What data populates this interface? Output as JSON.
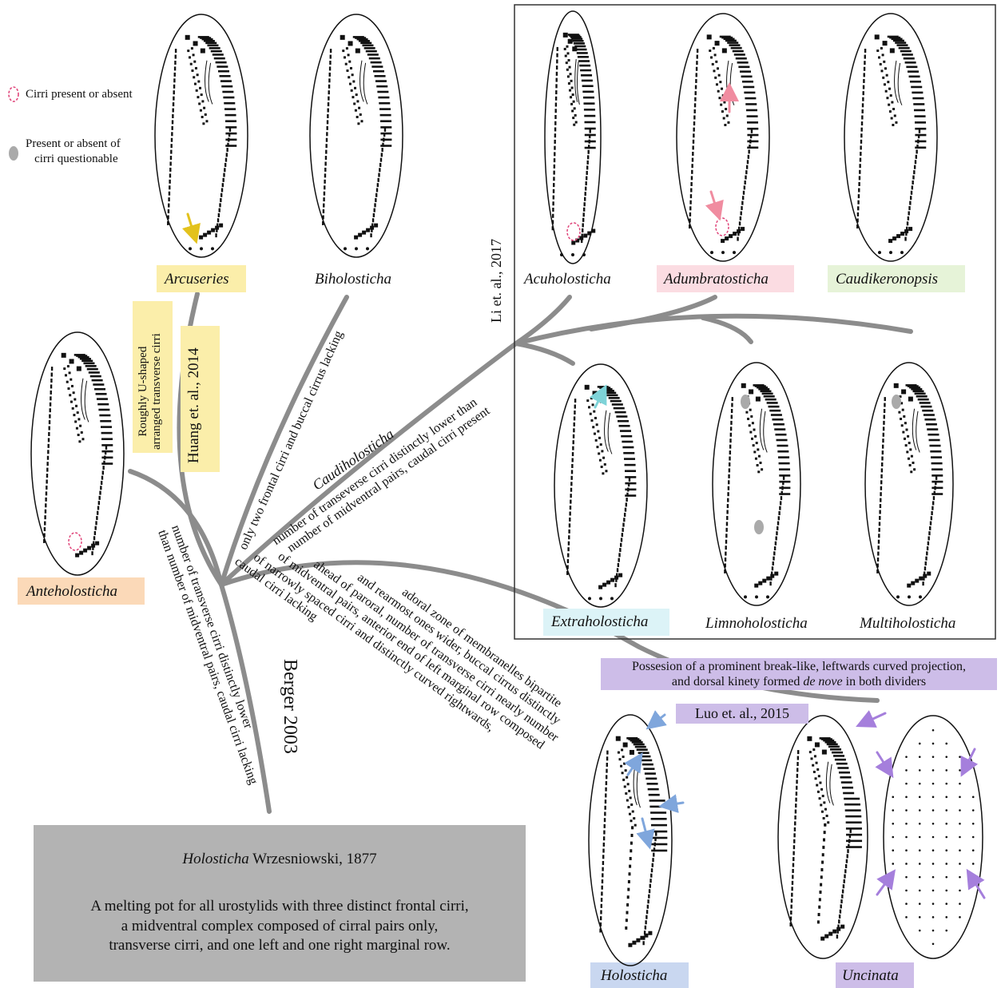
{
  "legend": {
    "cirri_present_or_absent": "Cirri present or absent",
    "questionable_line1": "Present or absent of",
    "questionable_line2": "cirri questionable",
    "colors": {
      "dashed_pink": "#e0457a",
      "gray_blob": "#aaaaaa"
    }
  },
  "genera": {
    "arcuseries": "Arcuseries",
    "biholosticha": "Biholosticha",
    "anteholosticha": "Anteholosticha",
    "acuholosticha": "Acuholosticha",
    "adumbratosticha": "Adumbratosticha",
    "caudikeronopsis": "Caudikeronopsis",
    "extraholosticha": "Extraholosticha",
    "limnoholosticha": "Limnoholosticha",
    "multiholosticha": "Multiholosticha",
    "holosticha": "Holosticha",
    "uncinata": "Uncinata",
    "caudiholosticha": "Caudiholosticha"
  },
  "highlight_colors": {
    "yellow": "#fbeeaa",
    "orange": "#fbd9b8",
    "pink": "#fbdce2",
    "green": "#e6f3d8",
    "cyan": "#dcf3f7",
    "blue": "#c9d7f0",
    "purple": "#cdbde8"
  },
  "citations": {
    "huang": "Huang et. al., 2014",
    "li": "Li et. al., 2017",
    "luo": "Luo et. al., 2015",
    "berger": "Berger 2003"
  },
  "characters": {
    "arcuseries_line1": "Roughly U-shaped",
    "arcuseries_line2": "arranged transverse cirri",
    "biholosticha": "only two frontal cirri and buccal cirrus lacking",
    "caudi_line1": "number of transeverse cirri distinctly lower than",
    "caudi_line2": "number of midventral pairs, caudal cirri present",
    "anteholosticha_line1": "number of transverse cirri distinctly lower",
    "anteholosticha_line2": "than number of midventral pairs, caudal cirri lacking",
    "holosticha_line1": "adoral zone of membranelles bipartite",
    "holosticha_line2": "and rearmost ones wider, buccal cirrus distinctly",
    "holosticha_line3": "ahead of paroral, number of transverse cirri nearly number",
    "holosticha_line4": "of midventral pairs, anterior end of left marginal row composed",
    "holosticha_line5": "of narrowly spaced cirri and distinctly curved rightwards,",
    "holosticha_line6": "caudal cirri lacking",
    "uncinata_line1": "Possesion of a prominent break-like, leftwards curved projection,",
    "uncinata_line2_a": "and dorsal kinety formed ",
    "uncinata_line2_b": "de nove",
    "uncinata_line2_c": " in both dividers"
  },
  "root": {
    "genus": "Holosticha",
    "authority": " Wrzesniowski, 1877",
    "desc_line1": "A melting pot for all urostylids with three distinct frontal cirri,",
    "desc_line2": "a midventral complex composed of cirral pairs only,",
    "desc_line3": "transverse cirri, and one left and one right marginal row."
  }
}
